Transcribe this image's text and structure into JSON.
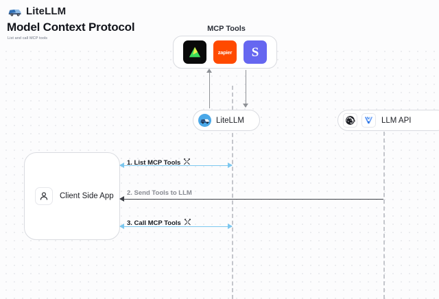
{
  "brand": {
    "name": "LiteLLM",
    "logo_icon": "litellm-truck-logo"
  },
  "header": {
    "title": "Model Context Protocol",
    "subtitle": "List and call MCP tools"
  },
  "diagram": {
    "mcp_group": {
      "label": "MCP Tools",
      "tools": [
        {
          "name": "triangle-tool-icon",
          "text": "",
          "bg": "#0a0a0a"
        },
        {
          "name": "zapier-tool-icon",
          "text": "zapier",
          "bg": "#ff4a00"
        },
        {
          "name": "s-tool-icon",
          "text": "S",
          "bg": "#6667f0"
        }
      ]
    },
    "litellm_node": {
      "label": "LiteLLM",
      "icon": "litellm-avatar-icon"
    },
    "llm_api_node": {
      "label": "LLM API",
      "icons": [
        "openai-logo-icon",
        "vertex-ai-logo-icon"
      ]
    },
    "client_node": {
      "label": "Client Side App",
      "icon": "user-person-icon"
    },
    "messages": [
      {
        "label": "1. List MCP Tools",
        "trailing_icon": "tools-wrench-icon",
        "color": "#7cc7ef",
        "direction": "bidirectional"
      },
      {
        "label": "2. Send Tools to LLM",
        "trailing_icon": "",
        "color": "#3c3f46",
        "direction": "left"
      },
      {
        "label": "3. Call MCP Tools",
        "trailing_icon": "tools-wrench-icon",
        "color": "#7cc7ef",
        "direction": "bidirectional"
      }
    ]
  },
  "colors": {
    "canvas_bg": "#fcfcfd",
    "dot_grid": "#e9eaee",
    "node_border": "#d9dbe0",
    "lifeline": "#c3c5cb",
    "accent_blue": "#7cc7ef",
    "arrow_dark": "#3c3f46"
  }
}
